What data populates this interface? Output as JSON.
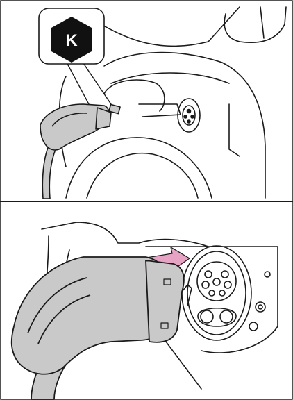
{
  "callout": {
    "label": "K"
  },
  "panels": [
    {
      "name": "top-panel"
    },
    {
      "name": "bottom-panel"
    }
  ],
  "colors": {
    "line": "#1a1a1a",
    "connector_fill": "#c9c9c9",
    "arrow": "#e7a3c3",
    "badge": "#111111",
    "badge_text": "#ffffff"
  },
  "icons": [
    "hexagon-badge-icon",
    "push-arrow-icon",
    "plug-icon",
    "charging-port-icon"
  ]
}
